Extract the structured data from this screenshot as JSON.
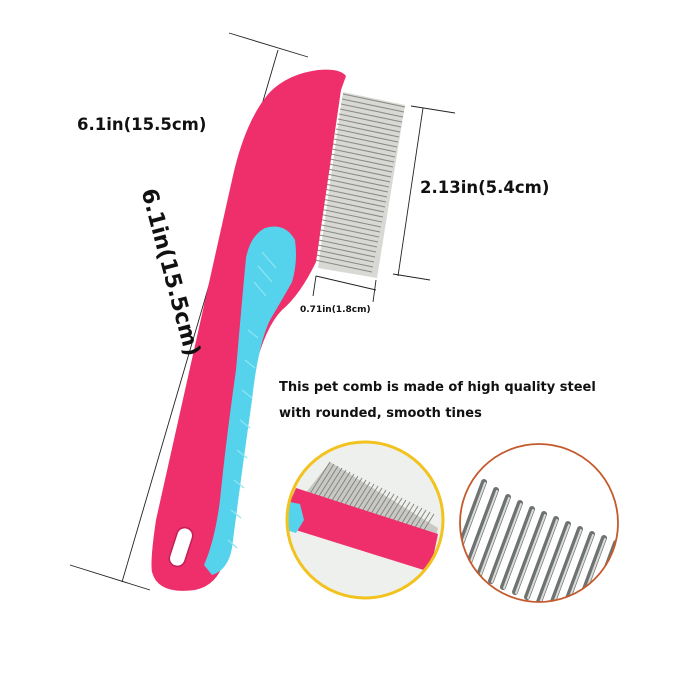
{
  "product": {
    "name": "pet comb",
    "colors": {
      "handle": "#ee2f6b",
      "grip": "#56d3ec",
      "tines": "#9a9a96",
      "inset_border_left": "#f2c21f",
      "inset_border_right": "#c4592c"
    }
  },
  "dimensions": {
    "length_label": "6.1in(15.5cm)",
    "length_label_rotated": "6.1in(15.5cm)",
    "tine_width_label": "2.13in(5.4cm)",
    "tine_depth_label": "0.71in(1.8cm)"
  },
  "description": {
    "line1": "This pet comb is made of high quality steel",
    "line2": "with rounded, smooth tines"
  },
  "insets": [
    {
      "name": "closeup-comb-head",
      "border": "#f2c21f"
    },
    {
      "name": "closeup-tines",
      "border": "#c4592c"
    }
  ]
}
